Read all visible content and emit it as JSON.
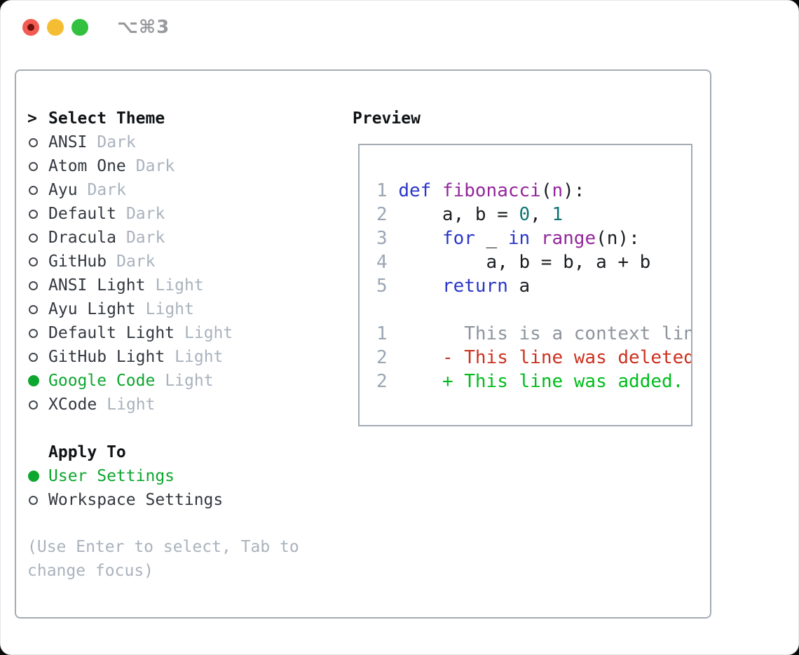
{
  "titlebar": {
    "shortcut": "⌥⌘3"
  },
  "colors": {
    "accent-green": "#0da62f",
    "diff-add": "#00bd1c",
    "diff-del": "#cc3120",
    "diff-ctx": "#8d949d",
    "kw-blue": "#2a36c8",
    "fn-purple": "#93279b",
    "lit-teal": "#0e7474",
    "line-num": "#9ba6b4",
    "muted": "#a9b2bd",
    "traffic-red": "#f25a52",
    "traffic-yellow": "#f5bd33",
    "traffic-green": "#31c13e"
  },
  "theme_panel": {
    "header": {
      "caret": ">",
      "label": "Select Theme"
    },
    "themes": [
      {
        "name": "ANSI",
        "variant": "Dark",
        "selected": false
      },
      {
        "name": "Atom One",
        "variant": "Dark",
        "selected": false
      },
      {
        "name": "Ayu",
        "variant": "Dark",
        "selected": false
      },
      {
        "name": "Default",
        "variant": "Dark",
        "selected": false
      },
      {
        "name": "Dracula",
        "variant": "Dark",
        "selected": false
      },
      {
        "name": "GitHub",
        "variant": "Dark",
        "selected": false
      },
      {
        "name": "ANSI Light",
        "variant": "Light",
        "selected": false
      },
      {
        "name": "Ayu Light",
        "variant": "Light",
        "selected": false
      },
      {
        "name": "Default Light",
        "variant": "Light",
        "selected": false
      },
      {
        "name": "GitHub Light",
        "variant": "Light",
        "selected": false
      },
      {
        "name": "Google Code",
        "variant": "Light",
        "selected": true
      },
      {
        "name": "XCode",
        "variant": "Light",
        "selected": false
      }
    ],
    "apply_to": {
      "label": "Apply To",
      "options": [
        {
          "name": "User Settings",
          "selected": true
        },
        {
          "name": "Workspace Settings",
          "selected": false
        }
      ]
    },
    "hint": "(Use Enter to select, Tab to change focus)"
  },
  "preview": {
    "label": "Preview",
    "code_lines": [
      {
        "tokens": [
          [
            "1 ",
            "ln"
          ],
          [
            "def ",
            "kw"
          ],
          [
            "fibonacci",
            "fn"
          ],
          [
            "(",
            "pl"
          ],
          [
            "n",
            "fn"
          ],
          [
            "):",
            "pl"
          ]
        ]
      },
      {
        "tokens": [
          [
            "2 ",
            "ln"
          ],
          [
            "    a, b = ",
            "pl"
          ],
          [
            "0",
            "lit"
          ],
          [
            ", ",
            "pl"
          ],
          [
            "1",
            "lit"
          ]
        ]
      },
      {
        "tokens": [
          [
            "3 ",
            "ln"
          ],
          [
            "    ",
            "pl"
          ],
          [
            "for",
            "kw"
          ],
          [
            " _ ",
            "pl"
          ],
          [
            "in",
            "kw"
          ],
          [
            " ",
            "pl"
          ],
          [
            "range",
            "fn"
          ],
          [
            "(n):",
            "pl"
          ]
        ]
      },
      {
        "tokens": [
          [
            "4 ",
            "ln"
          ],
          [
            "        a, b = b, a + b",
            "pl"
          ]
        ]
      },
      {
        "tokens": [
          [
            "5 ",
            "ln"
          ],
          [
            "    ",
            "pl"
          ],
          [
            "return",
            "kw"
          ],
          [
            " a",
            "pl"
          ]
        ]
      },
      {
        "tokens": []
      },
      {
        "tokens": [
          [
            "1 ",
            "ln"
          ],
          [
            "      This is a context line.",
            "ctx"
          ]
        ]
      },
      {
        "tokens": [
          [
            "2 ",
            "ln"
          ],
          [
            "    ",
            "pl"
          ],
          [
            "- This line was deleted.",
            "del"
          ]
        ]
      },
      {
        "tokens": [
          [
            "2 ",
            "ln"
          ],
          [
            "    ",
            "pl"
          ],
          [
            "+ This line was added.",
            "add"
          ]
        ]
      }
    ]
  }
}
